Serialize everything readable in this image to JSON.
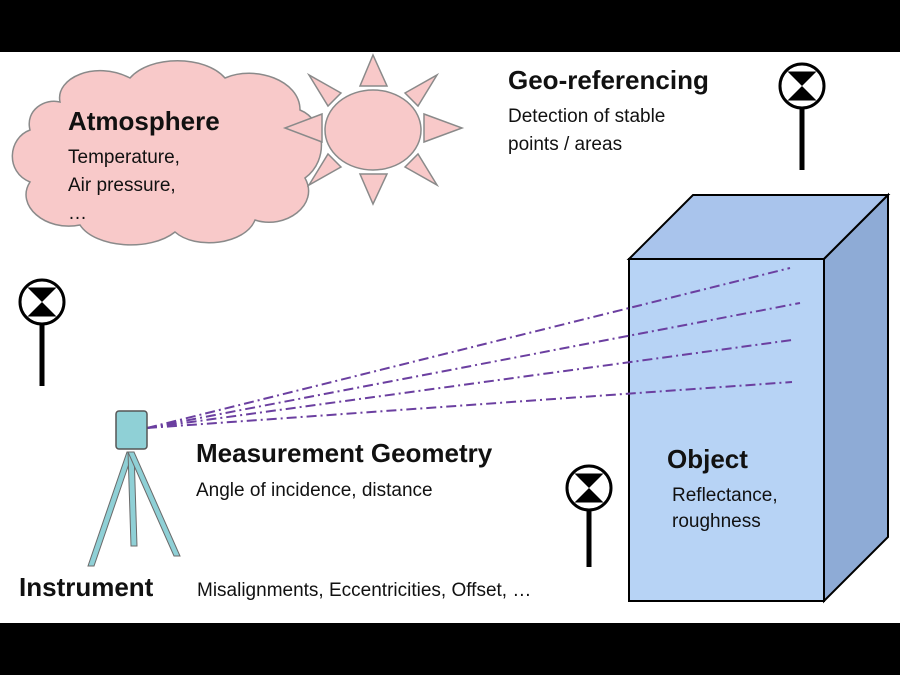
{
  "atmosphere": {
    "title": "Atmosphere",
    "lines": [
      "Temperature,",
      "Air pressure,",
      "…"
    ]
  },
  "georef": {
    "title": "Geo-referencing",
    "lines": [
      "Detection of stable",
      "points / areas"
    ]
  },
  "geometry": {
    "title": "Measurement Geometry",
    "detail": "Angle of incidence, distance"
  },
  "object": {
    "title": "Object",
    "lines": [
      "Reflectance,",
      "roughness"
    ]
  },
  "instrument": {
    "title": "Instrument",
    "detail": "Misalignments, Eccentricities, Offset, …"
  },
  "colors": {
    "cloud_fill": "#f8c9c9",
    "sun_fill": "#f8c9c9",
    "outline": "#8a8a8a",
    "box_front": "#b7d3f5",
    "box_side": "#8eabd6",
    "box_top": "#a9c4ec",
    "scanner": "#8fd0d6",
    "beam": "#6b3fa0"
  },
  "icons": {
    "target": "target-marker-icon",
    "sun": "sun-icon",
    "cloud": "cloud-icon",
    "scanner": "laser-scanner-icon"
  }
}
